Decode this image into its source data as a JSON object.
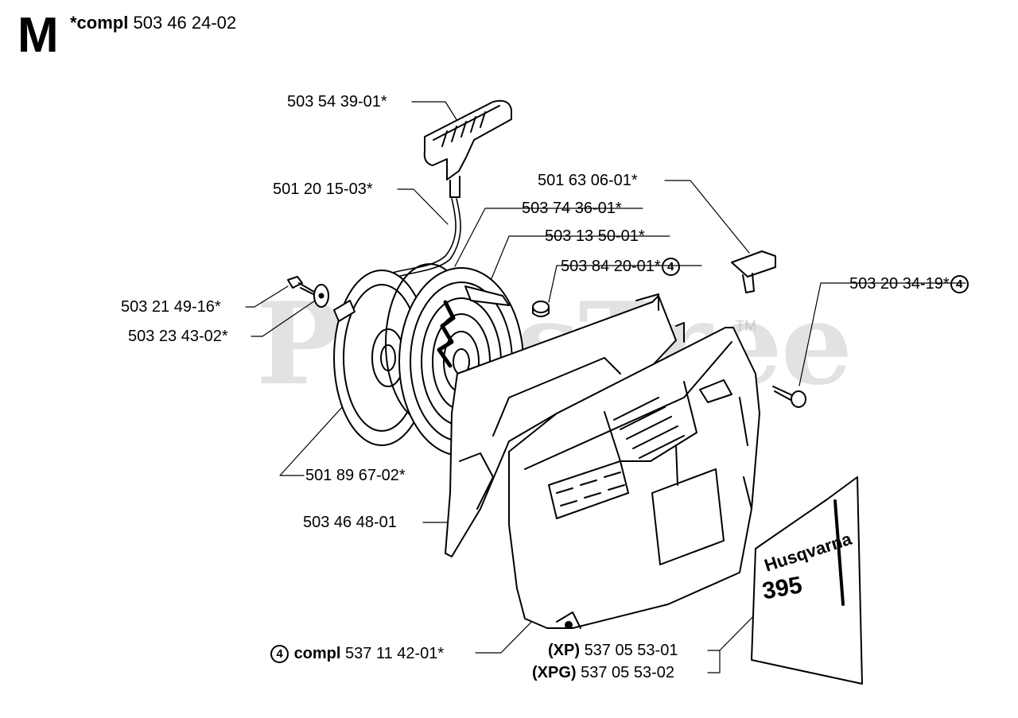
{
  "header": {
    "section": "M",
    "compl_prefix": "*compl",
    "compl_part": "503 46 24-02"
  },
  "watermark": {
    "text": "PartsTree",
    "tm": "TM"
  },
  "decal": {
    "brand": "Husqvarna",
    "model": "395"
  },
  "callouts": {
    "handle": "503 54 39-01*",
    "rope": "501 20 15-03*",
    "pulley": "503 74 36-01*",
    "spring": "503 13 50-01*",
    "sleeve_part": "503 84 20-01*",
    "sleeve_circle": "4",
    "rope_guide": "501 63 06-01*",
    "screw_part": "503 20 34-19*",
    "screw_circle": "4",
    "center_screw": "503 21 49-16*",
    "washer": "503 23 43-02*",
    "spring_cassette": "501 89 67-02*",
    "housing": "503 46 48-01",
    "cover_circle": "4",
    "cover_prefix": "compl",
    "cover_part": "537 11 42-01*",
    "xp_prefix": "(XP)",
    "xp_part": "537 05 53-01",
    "xpg_prefix": "(XPG)",
    "xpg_part": "537 05 53-02"
  }
}
